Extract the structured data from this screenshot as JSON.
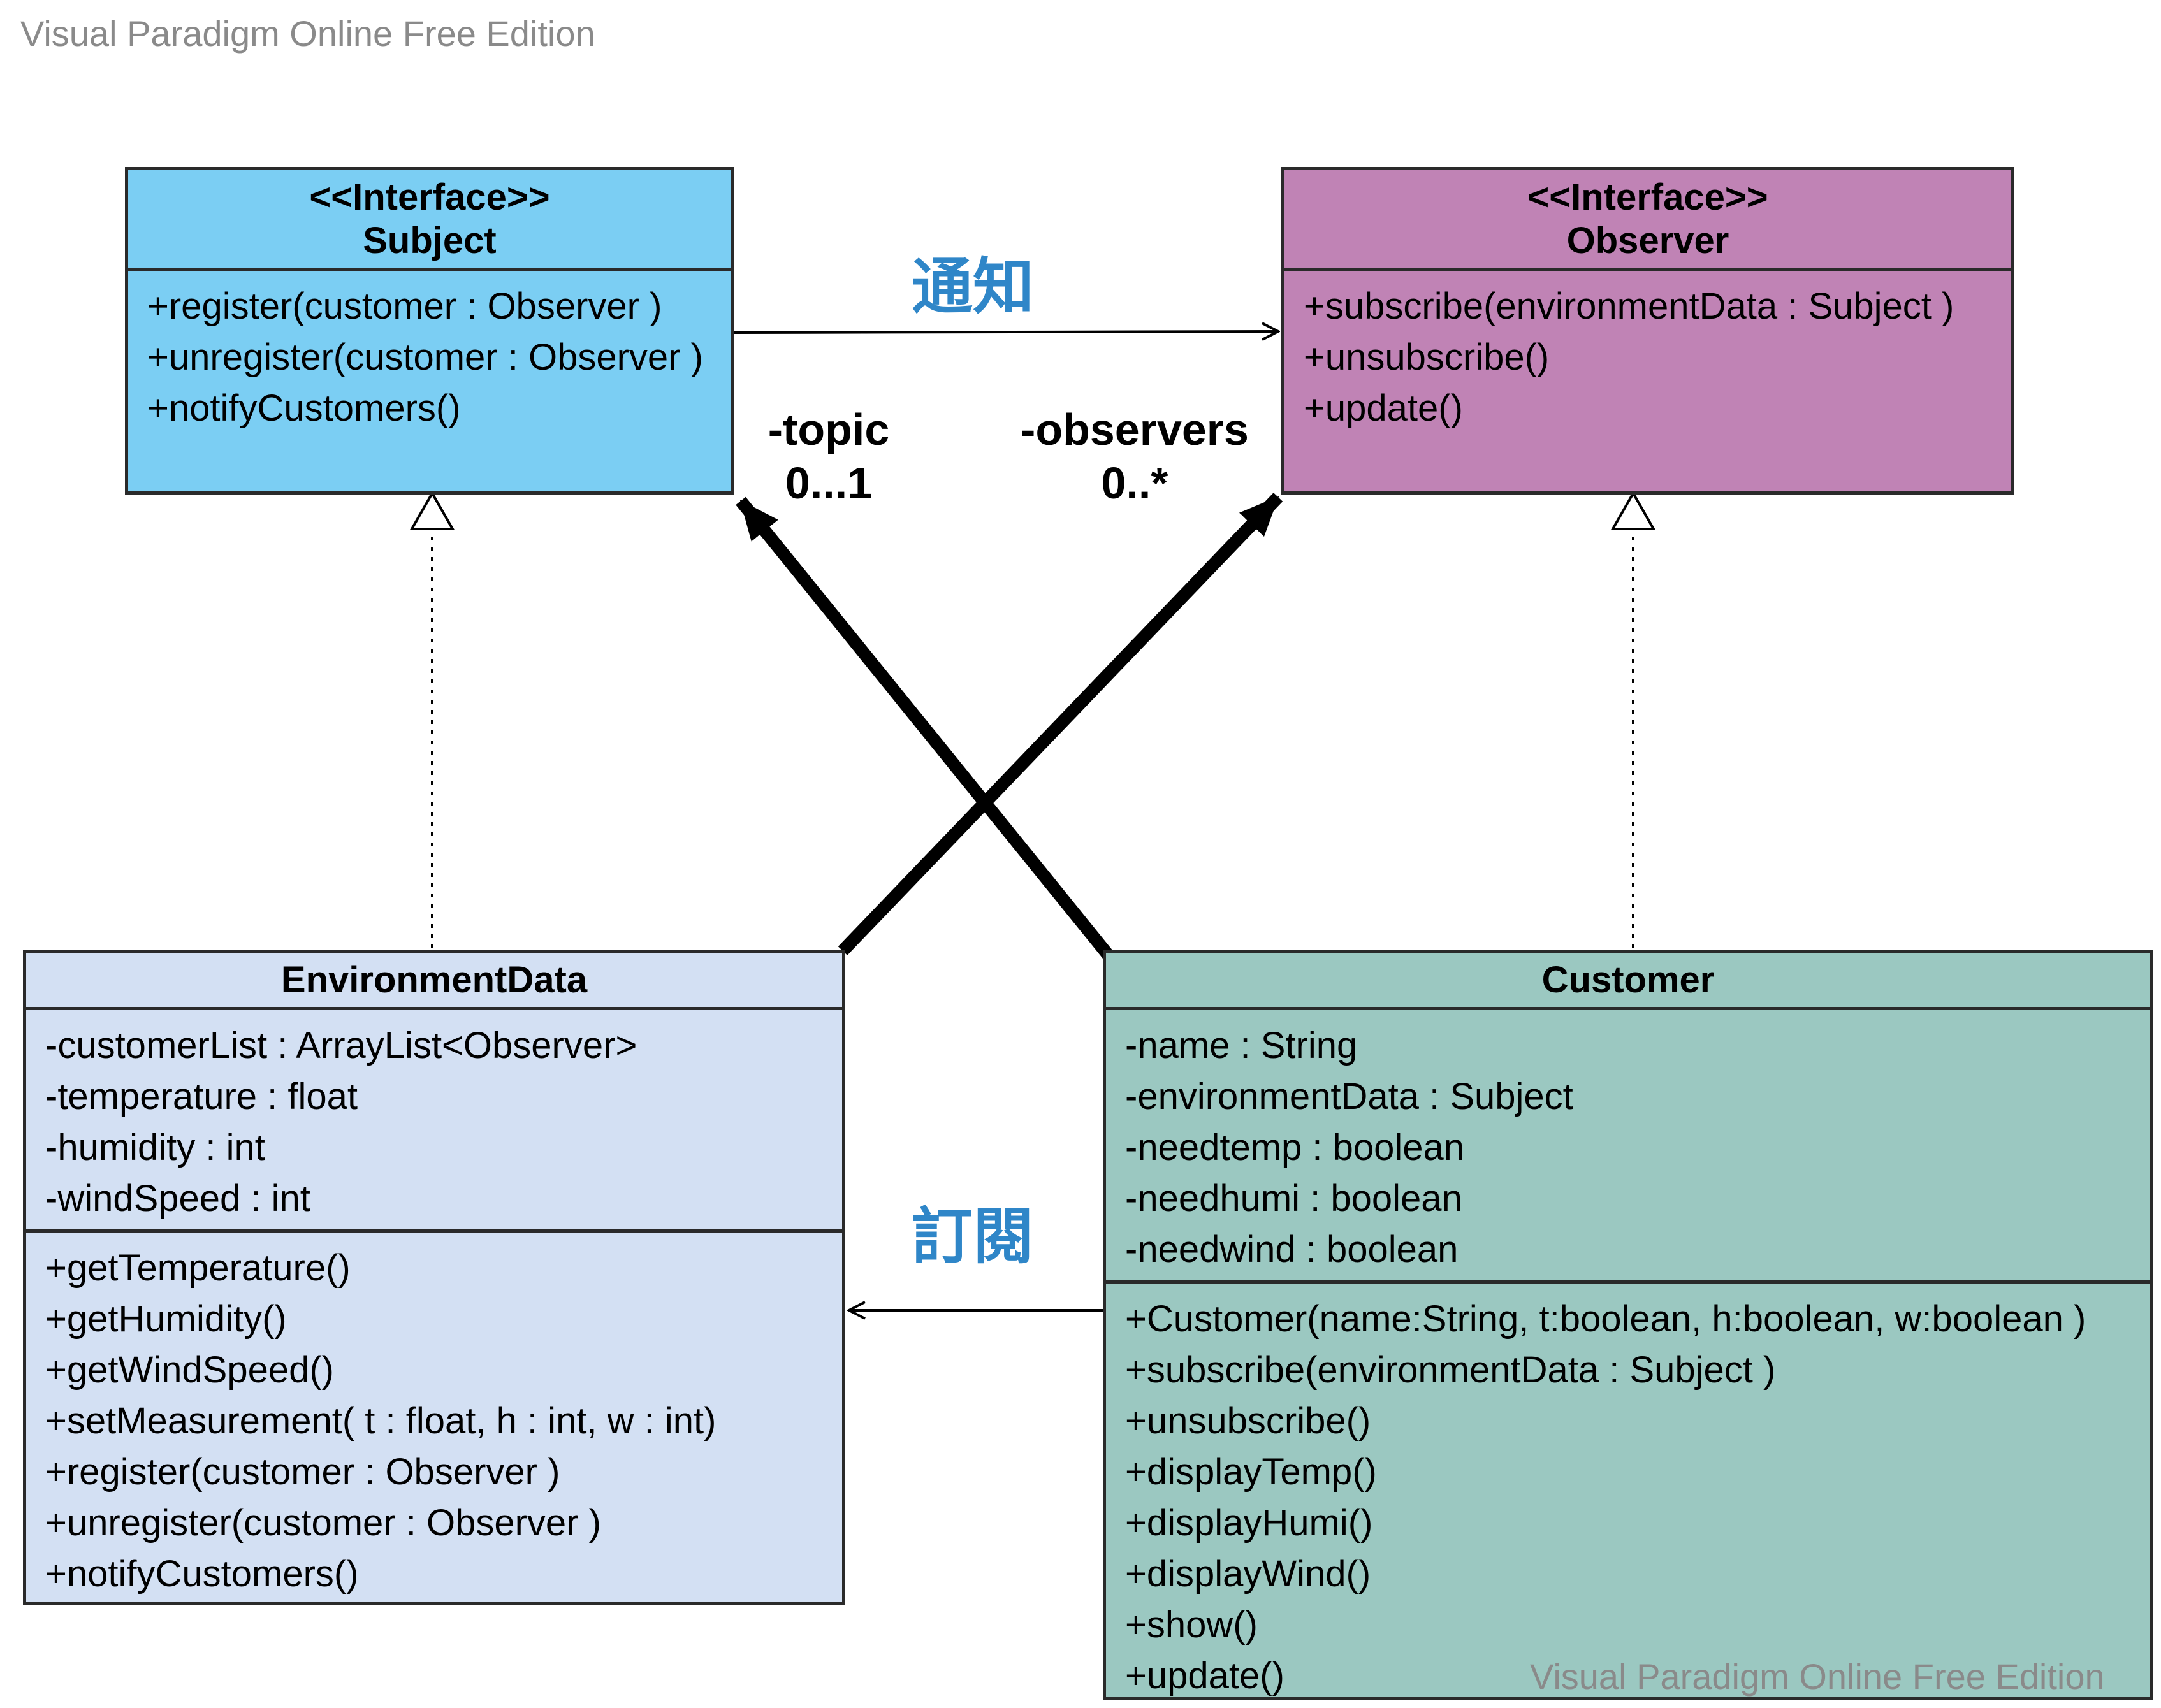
{
  "watermark": {
    "top": "Visual Paradigm Online Free Edition",
    "bottom": "Visual Paradigm Online Free Edition"
  },
  "classes": {
    "subject": {
      "stereotype": "<<Interface>>",
      "name": "Subject",
      "color": "#7bcef3",
      "operations": [
        "+register(customer : Observer )",
        "+unregister(customer : Observer )",
        "+notifyCustomers()"
      ]
    },
    "observer": {
      "stereotype": "<<Interface>>",
      "name": "Observer",
      "color": "#c083b5",
      "operations": [
        "+subscribe(environmentData : Subject )",
        "+unsubscribe()",
        "+update()"
      ]
    },
    "environment_data": {
      "name": "EnvironmentData",
      "color": "#d3e0f3",
      "attributes": [
        "-customerList : ArrayList<Observer>",
        "-temperature : float",
        "-humidity : int",
        "-windSpeed : int"
      ],
      "operations": [
        "+getTemperature()",
        "+getHumidity()",
        "+getWindSpeed()",
        "+setMeasurement( t : float, h : int, w : int)",
        "+register(customer : Observer )",
        "+unregister(customer : Observer )",
        "+notifyCustomers()"
      ]
    },
    "customer": {
      "name": "Customer",
      "color": "#9bc8c1",
      "attributes": [
        "-name : String",
        "-environmentData : Subject",
        "-needtemp : boolean",
        "-needhumi : boolean",
        "-needwind : boolean"
      ],
      "operations": [
        "+Customer(name:String, t:boolean, h:boolean, w:boolean )",
        "+subscribe(environmentData : Subject )",
        "+unsubscribe()",
        "+displayTemp()",
        "+displayHumi()",
        "+displayWind()",
        "+show()",
        "+update()"
      ]
    }
  },
  "labels": {
    "notify": "通知",
    "subscribe": "訂閱",
    "topic_role": "-topic",
    "topic_multiplicity": "0...1",
    "observers_role": "-observers",
    "observers_multiplicity": "0..*"
  },
  "label_color": "#2f86c8"
}
